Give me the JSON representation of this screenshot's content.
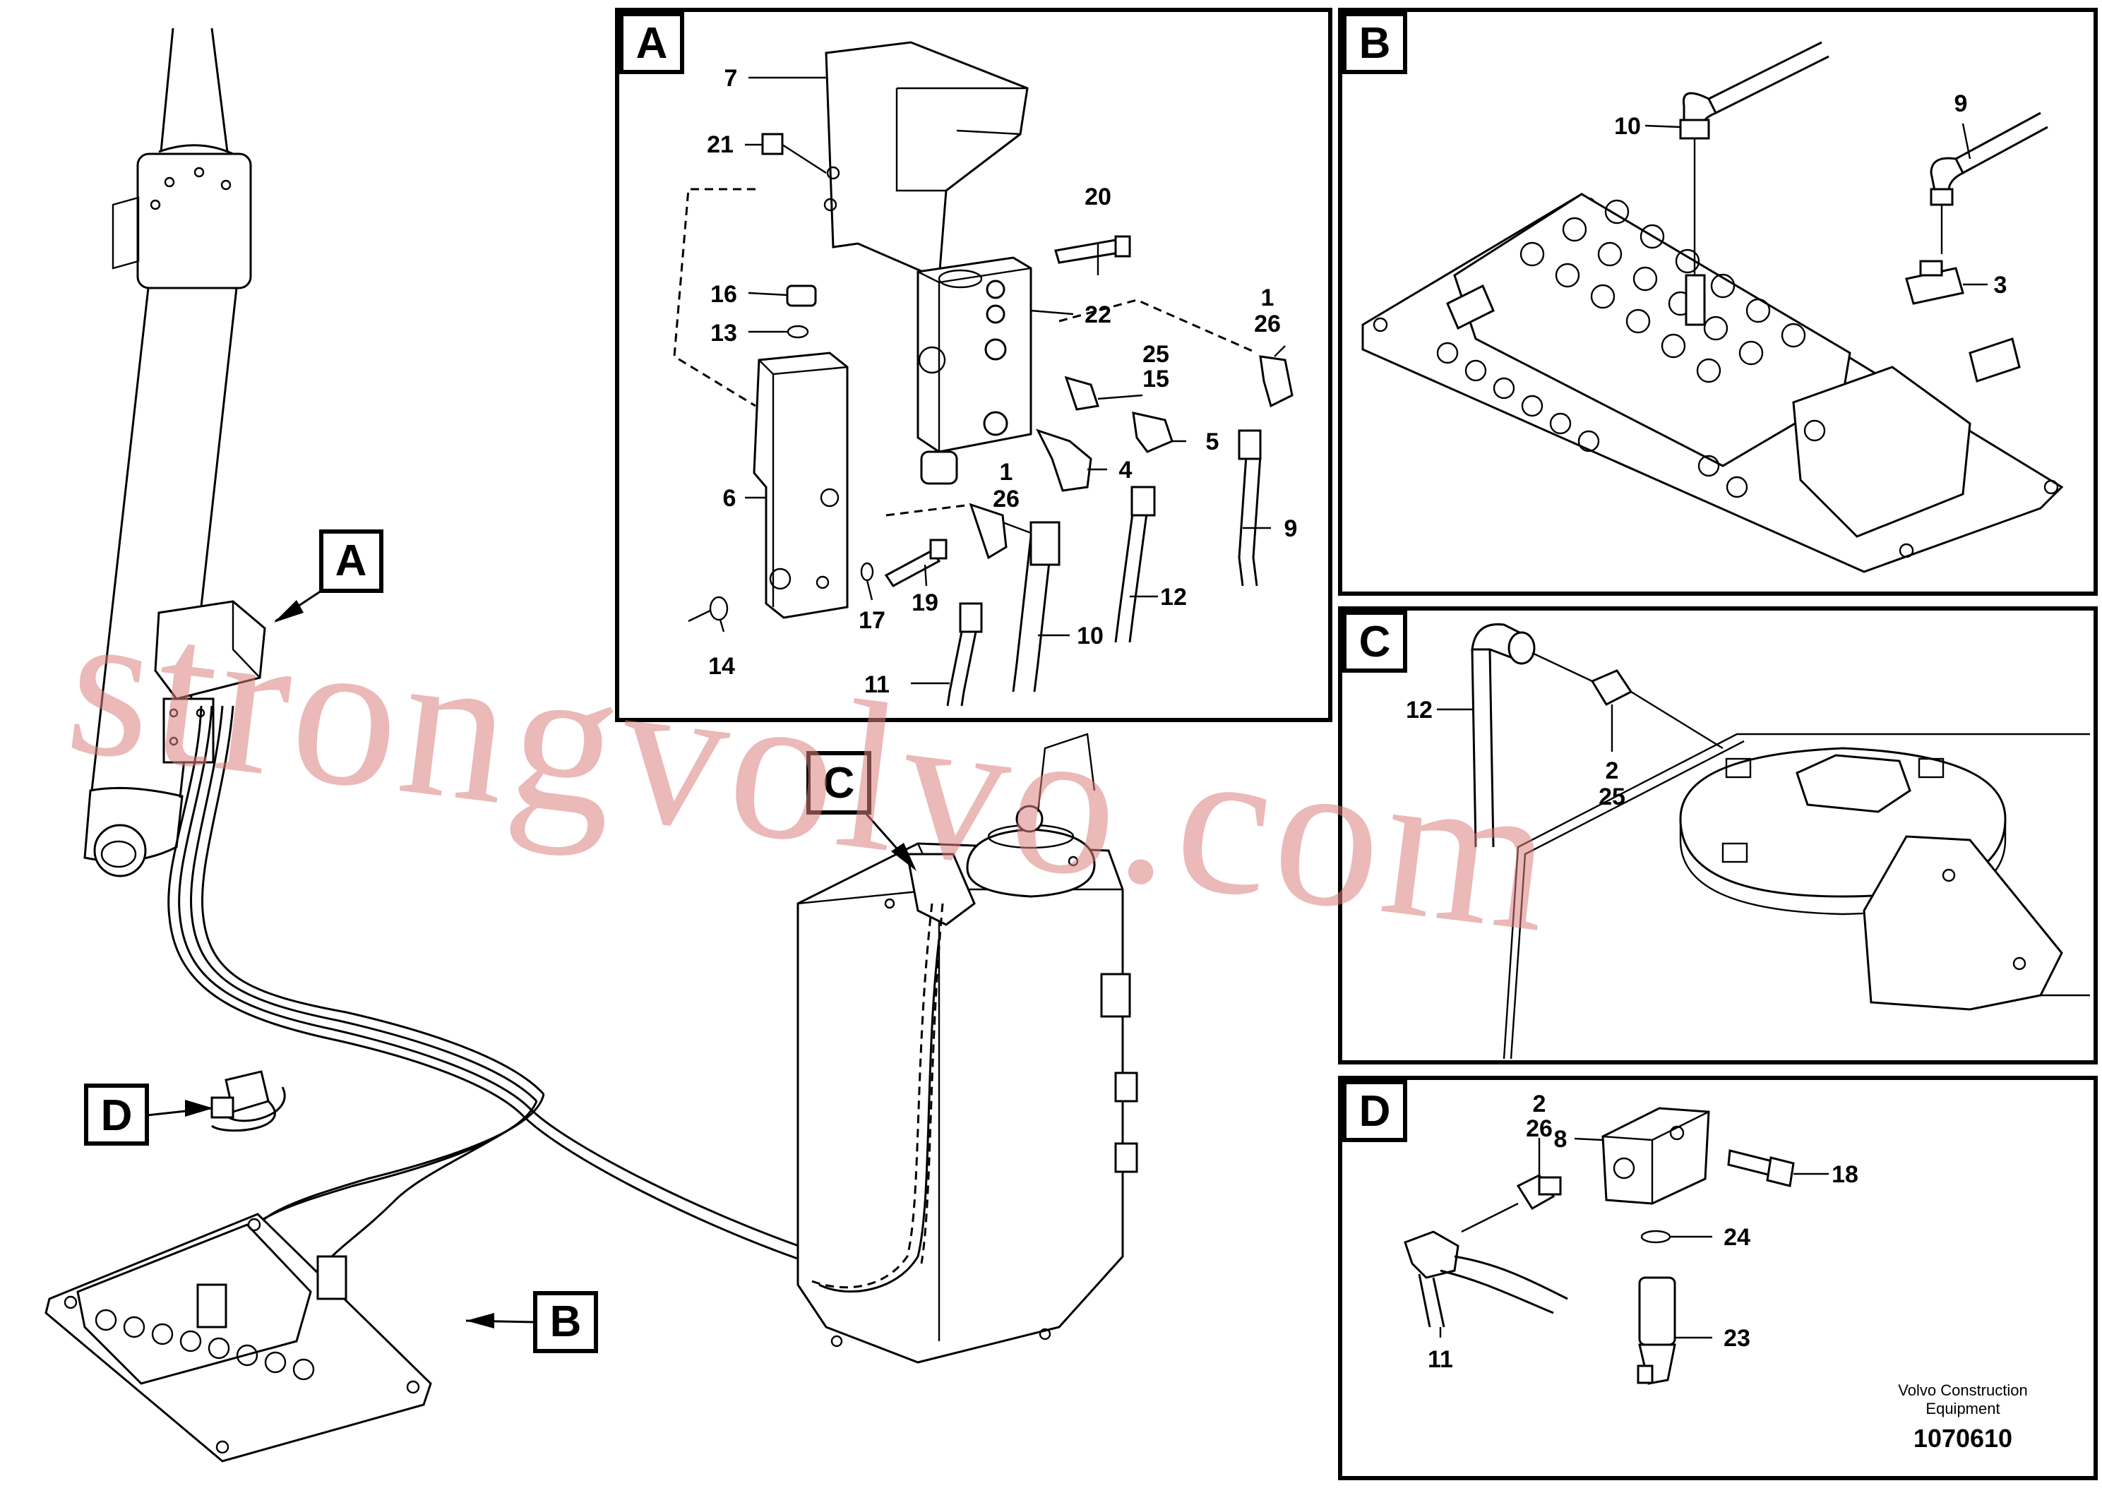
{
  "detail_tags": {
    "a": "A",
    "b": "B",
    "c": "C",
    "d": "D"
  },
  "panel_a": {
    "tag": "A",
    "labels": {
      "p7": "7",
      "p21": "21",
      "p20": "20",
      "p16": "16",
      "p13": "13",
      "p22": "22",
      "p1": "1",
      "p26": "26",
      "p25": "25",
      "p15": "15",
      "p5": "5",
      "p4": "4",
      "p6": "6",
      "p1b": "1",
      "p26b": "26",
      "p9": "9",
      "p12": "12",
      "p10": "10",
      "p17": "17",
      "p19": "19",
      "p14": "14",
      "p11": "11"
    }
  },
  "panel_b": {
    "tag": "B",
    "labels": {
      "p10": "10",
      "p9": "9",
      "p3": "3"
    }
  },
  "panel_c": {
    "tag": "C",
    "labels": {
      "p12": "12",
      "p2": "2",
      "p25": "25"
    }
  },
  "panel_d": {
    "tag": "D",
    "labels": {
      "p2": "2",
      "p26": "26",
      "p8": "8",
      "p18": "18",
      "p24": "24",
      "p11": "11",
      "p23": "23"
    }
  },
  "main_view": {
    "tags": {
      "a": "A",
      "b": "B",
      "c": "C",
      "d": "D"
    }
  },
  "watermark": "strongvolvo.com",
  "footer": {
    "brand_line1": "Volvo Construction",
    "brand_line2": "Equipment",
    "drawing_number": "1070610"
  }
}
